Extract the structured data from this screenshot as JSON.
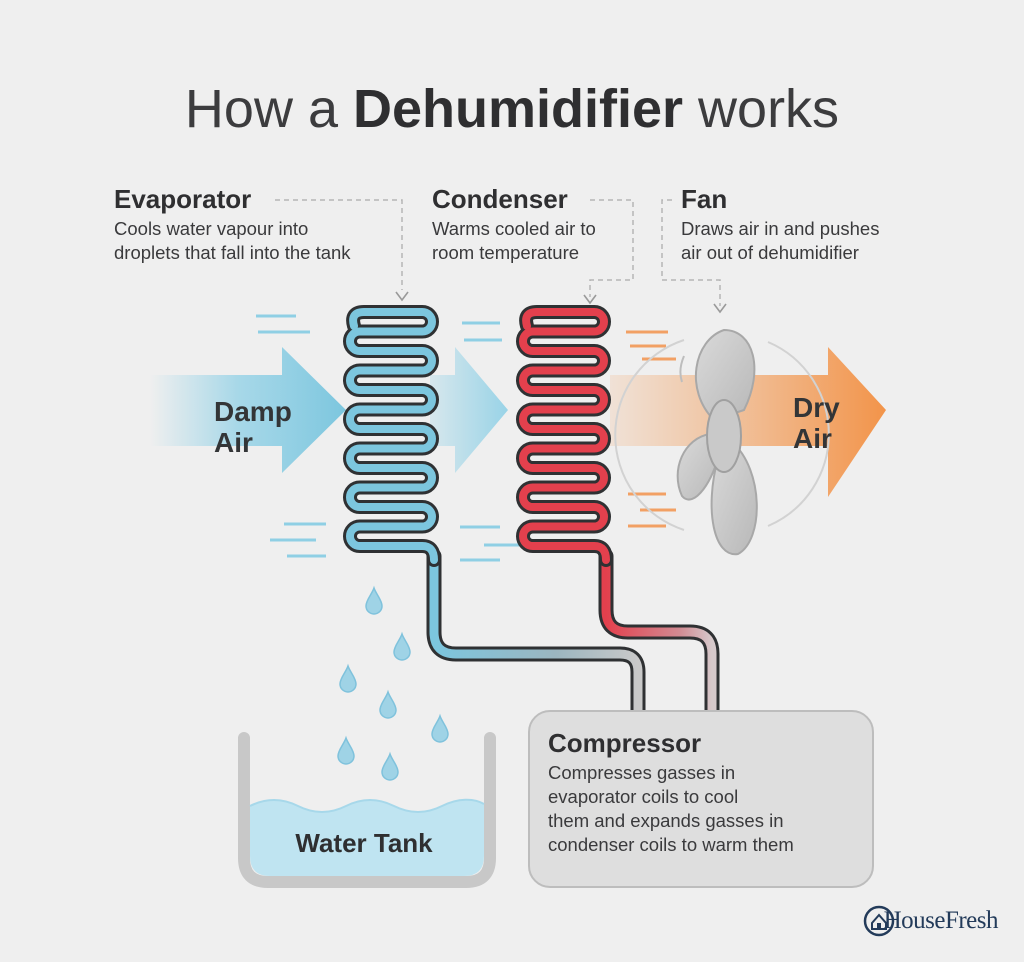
{
  "title": {
    "prefix": "How a ",
    "emphasis": "Dehumidifier",
    "suffix": " works"
  },
  "components": {
    "evaporator": {
      "heading": "Evaporator",
      "desc_line1": "Cools water vapour into",
      "desc_line2": "droplets that fall into the tank"
    },
    "condenser": {
      "heading": "Condenser",
      "desc_line1": "Warms cooled air to",
      "desc_line2": "room temperature"
    },
    "fan": {
      "heading": "Fan",
      "desc_line1": "Draws air in and pushes",
      "desc_line2": "air out of dehumidifier"
    },
    "compressor": {
      "heading": "Compressor",
      "desc_line1": "Compresses gasses in",
      "desc_line2": "evaporator coils to cool",
      "desc_line3": "them and expands gasses in",
      "desc_line4": "condenser coils to warm them"
    }
  },
  "flow": {
    "input_line1": "Damp",
    "input_line2": "Air",
    "output_line1": "Dry",
    "output_line2": "Air"
  },
  "tank": {
    "label": "Water Tank"
  },
  "brand": {
    "name": "HouseFresh",
    "icon": "house-logo-icon"
  },
  "colors": {
    "cold_coil": "#7cc6de",
    "hot_coil": "#e3404d",
    "coil_outline": "#2f3133",
    "damp_air": "#8fd0e6",
    "dry_air": "#f2944a",
    "water": "#bfe4f1",
    "droplet": "#9fd3e6",
    "brand": "#233b5a"
  }
}
